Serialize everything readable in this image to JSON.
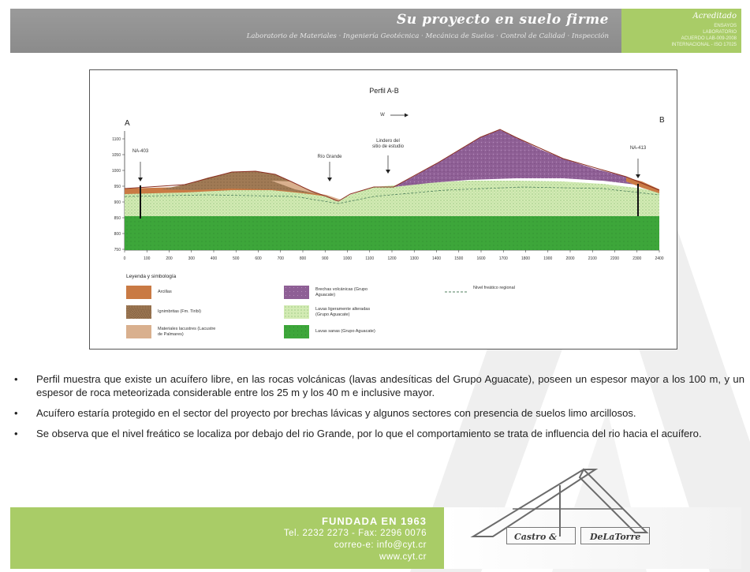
{
  "header": {
    "slogan": "Su proyecto en suelo firme",
    "services": "Laboratorio de Materiales · Ingeniería Geotécnica · Mecánica de Suelos · Control de Calidad · Inspección",
    "accreditation_title": "Acreditado",
    "accreditation_lines": [
      "ENSAYOS",
      "LABORATORIO",
      "ACUERDO LAB-009-2008",
      "INTERNACIONAL - ISO 17025"
    ]
  },
  "figure": {
    "title": "Perfil A-B",
    "end_left": "A",
    "end_right": "B",
    "direction": "W",
    "wells": [
      "NA-403",
      "NA-413"
    ],
    "river_label": "Río Grande",
    "boundary_label": [
      "Lindero del",
      "sitio de estudio"
    ],
    "y_ticks": [
      "1100",
      "1050",
      "1000",
      "950",
      "900",
      "850",
      "800",
      "750"
    ],
    "x_ticks": [
      "0",
      "100",
      "200",
      "300",
      "400",
      "500",
      "600",
      "700",
      "800",
      "900",
      "1000",
      "1100",
      "1200",
      "1300",
      "1400",
      "1500",
      "1600",
      "1700",
      "1800",
      "1900",
      "2000",
      "2100",
      "2200",
      "2300",
      "2400"
    ],
    "legend_title": "Leyenda y simbología",
    "legend": [
      {
        "label": "Arcillas",
        "color": "#c97a44"
      },
      {
        "label": "Ignimbritas (Fm. Tiribí)",
        "color": "#a07a55"
      },
      {
        "label": "Materiales lacustres (Lacustre de Palmares)",
        "color": "#d9b08e"
      },
      {
        "label": "Brechas volcánicas (Grupo Aguacate)",
        "color": "#8e5f95"
      },
      {
        "label": "Lavas ligeramente alteradas (Grupo Aguacate)",
        "color": "#d3ebb4"
      },
      {
        "label": "Lavas sanas (Grupo Aguacate)",
        "color": "#3da63a"
      },
      {
        "label": "Nivel freático regional",
        "color": "#5b8f6a"
      }
    ]
  },
  "bullets": [
    "Perfil muestra que existe un acuífero libre, en las rocas volcánicas (lavas andesíticas del Grupo Aguacate), poseen un espesor mayor a los 100 m, y un espesor de roca meteorizada considerable entre los 25 m y los 40 m e inclusive mayor.",
    "Acuífero estaría protegido en el sector del proyecto por brechas lávicas y algunos sectores con presencia de suelos limo arcillosos.",
    "Se observa que el nivel freático se localiza por debajo del rio Grande, por lo que el comportamiento se trata de influencia del rio hacia el acuífero."
  ],
  "footer": {
    "founded": "FUNDADA EN 1963",
    "phone": "Tel. 2232 2273 - Fax: 2296 0076",
    "email": "correo-e: info@cyt.cr",
    "web": "www.cyt.cr",
    "logo_left": "Castro &",
    "logo_right": "DeLaTorre"
  }
}
